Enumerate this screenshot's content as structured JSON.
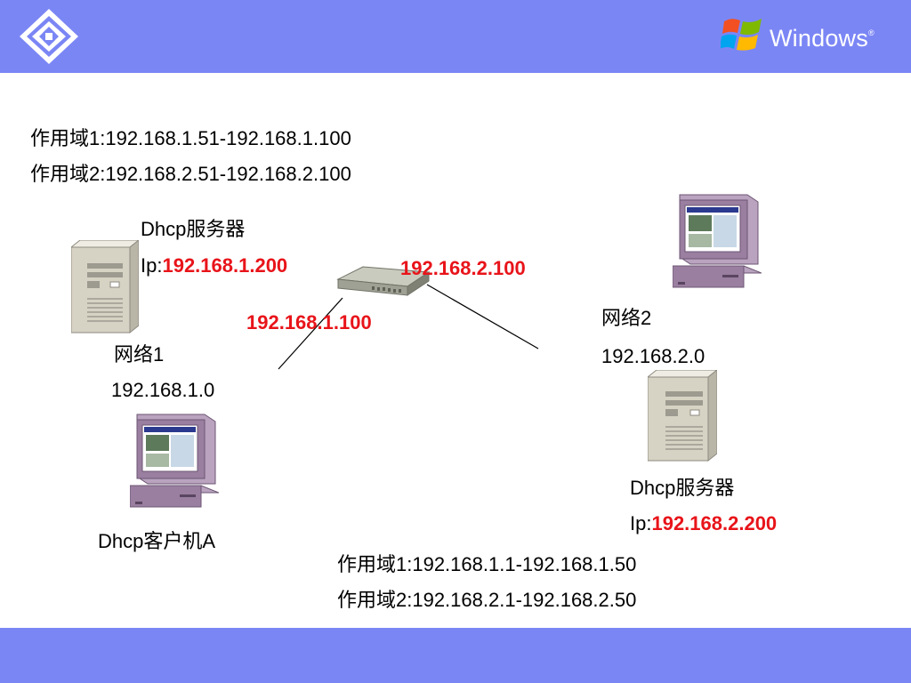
{
  "header": {
    "brand_name": "Windows",
    "brand_mark": "®",
    "logo_icon": "diamond-arrows-icon",
    "windows_logo_icon": "windows-flag-icon"
  },
  "scopes_top": {
    "line1": "作用域1:192.168.1.51-192.168.1.100",
    "line2": "作用域2:192.168.2.51-192.168.2.100"
  },
  "server1": {
    "title": "Dhcp服务器",
    "ip_prefix": "Ip:",
    "ip": "192.168.1.200",
    "icon": "server-tower-icon"
  },
  "router": {
    "ip_network1": "192.168.1.100",
    "ip_network2": "192.168.2.100",
    "icon": "router-icon"
  },
  "network1": {
    "name": "网络1",
    "address": "192.168.1.0"
  },
  "network2": {
    "name": "网络2",
    "address": "192.168.2.0"
  },
  "client": {
    "label": "Dhcp客户机A",
    "icon": "desktop-computer-icon"
  },
  "pc_network2": {
    "icon": "desktop-computer-icon"
  },
  "server2": {
    "title": "Dhcp服务器",
    "ip_prefix": "Ip:",
    "ip": "192.168.2.200",
    "icon": "server-tower-icon"
  },
  "scopes_bottom": {
    "line1": "作用域1:192.168.1.1-192.168.1.50",
    "line2": "作用域2:192.168.2.1-192.168.2.50"
  },
  "colors": {
    "band": "#7b86f5",
    "highlight": "#e8141a",
    "server_body": "#d7d3c4",
    "monitor_body": "#9a7fa0"
  }
}
